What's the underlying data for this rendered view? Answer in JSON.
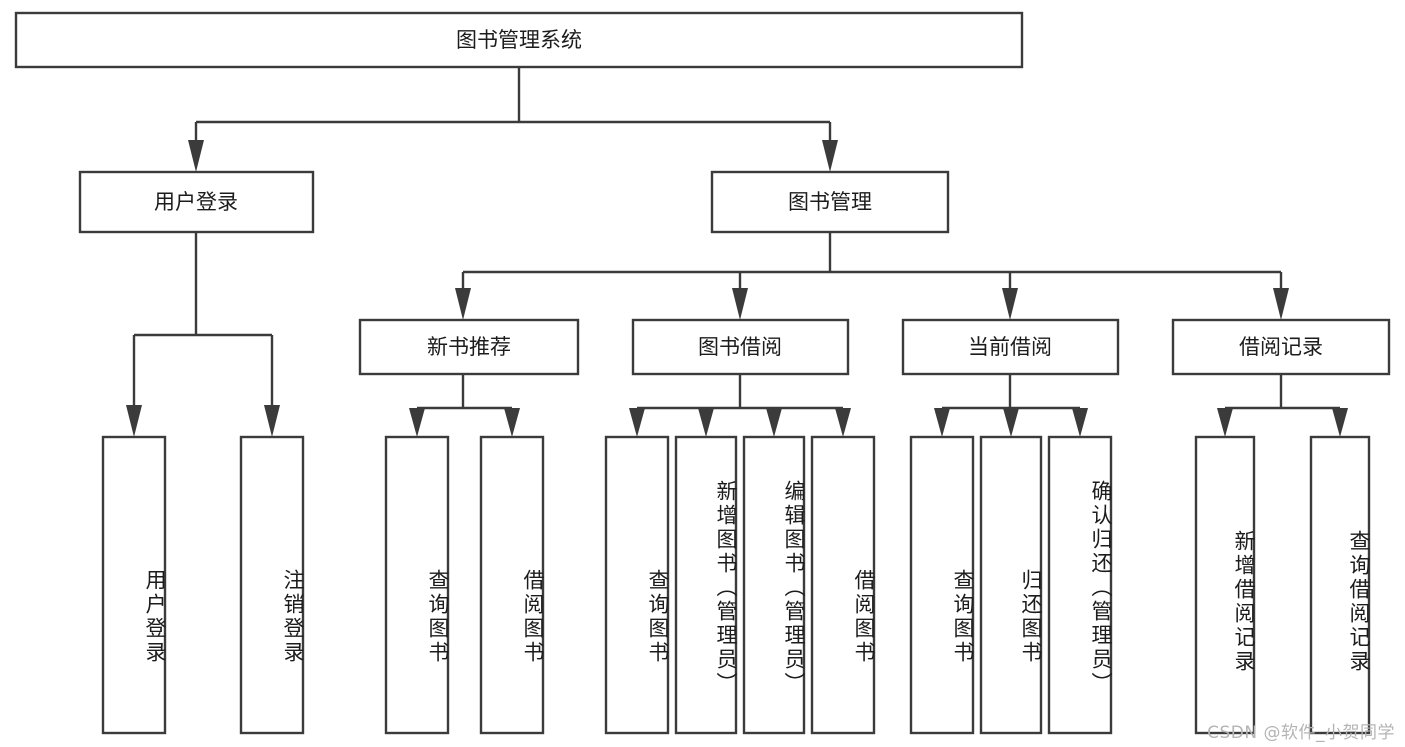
{
  "diagram": {
    "type": "tree-hierarchy",
    "title_node": {
      "label": "图书管理系统"
    },
    "level2": [
      {
        "label": "用户登录"
      },
      {
        "label": "图书管理"
      }
    ],
    "level3": [
      {
        "label": "新书推荐"
      },
      {
        "label": "图书借阅"
      },
      {
        "label": "当前借阅"
      },
      {
        "label": "借阅记录"
      }
    ],
    "leaves": {
      "user_login": [
        {
          "label": "用户登录"
        },
        {
          "label": "注销登录"
        }
      ],
      "new_book_recommend": [
        {
          "label": "查询图书"
        },
        {
          "label": "借阅图书"
        }
      ],
      "book_borrow": [
        {
          "label": "查询图书"
        },
        {
          "label": "新增图书（管理员）"
        },
        {
          "label": "编辑图书（管理员）"
        },
        {
          "label": "借阅图书"
        }
      ],
      "current_borrow": [
        {
          "label": "查询图书"
        },
        {
          "label": "归还图书"
        },
        {
          "label": "确认归还（管理员）"
        }
      ],
      "borrow_record": [
        {
          "label": "新增借阅记录"
        },
        {
          "label": "查询借阅记录"
        }
      ]
    }
  },
  "watermark": {
    "text": "CSDN @软件_小贺同学"
  },
  "colors": {
    "stroke": "#3b3b3b",
    "text": "#1c1c1c",
    "background": "#ffffff",
    "watermark": "#b4b4b4"
  }
}
